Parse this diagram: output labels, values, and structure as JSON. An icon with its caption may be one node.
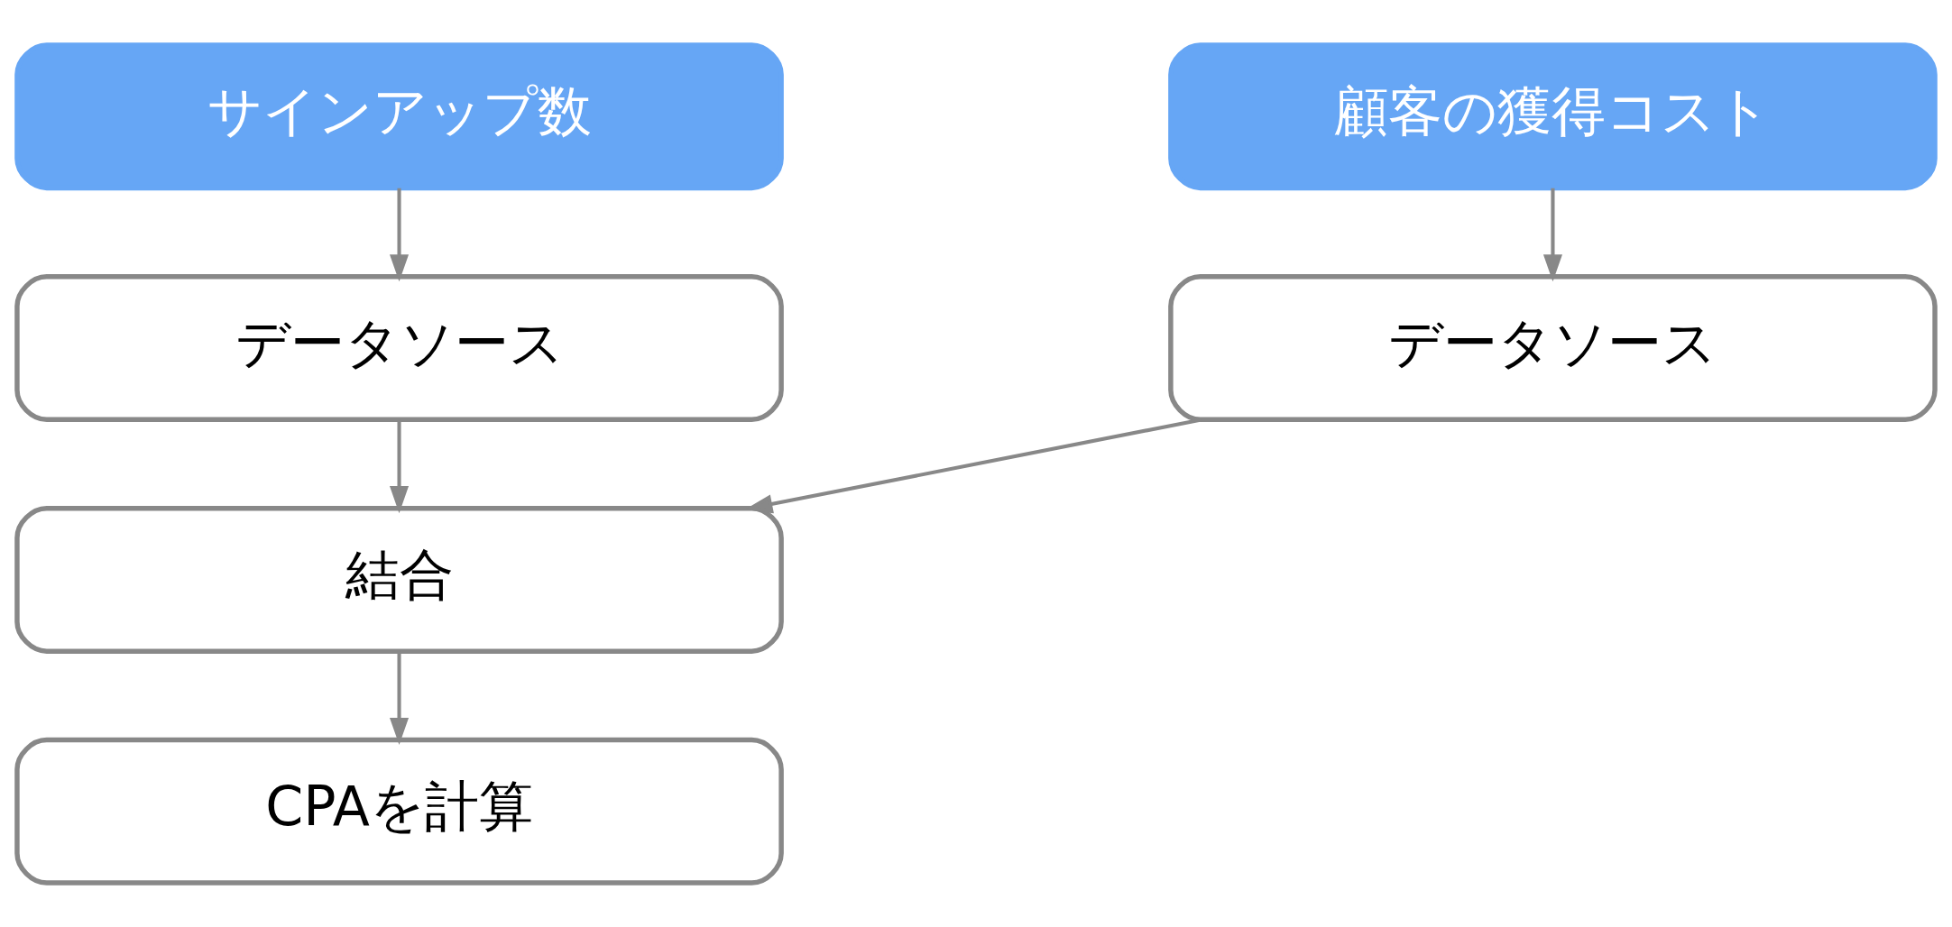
{
  "diagram": {
    "nodes": [
      {
        "text": [
          "サインアップ数"
        ]
      },
      {
        "text": [
          "データソース"
        ]
      },
      {
        "text": [
          "結合"
        ]
      },
      {
        "text": [
          "CPAを計算"
        ]
      },
      {
        "text": [
          "顧客の獲得コスト"
        ]
      },
      {
        "text": [
          "データソース"
        ]
      }
    ],
    "edges": [
      {
        "from": 0,
        "to": 1,
        "arrow": "to"
      },
      {
        "from": 1,
        "to": 2,
        "arrow": "to"
      },
      {
        "from": 2,
        "to": 3,
        "arrow": "to"
      },
      {
        "from": 4,
        "to": 5,
        "arrow": "to"
      },
      {
        "from": 5,
        "to": 2,
        "arrow": "to"
      }
    ]
  }
}
